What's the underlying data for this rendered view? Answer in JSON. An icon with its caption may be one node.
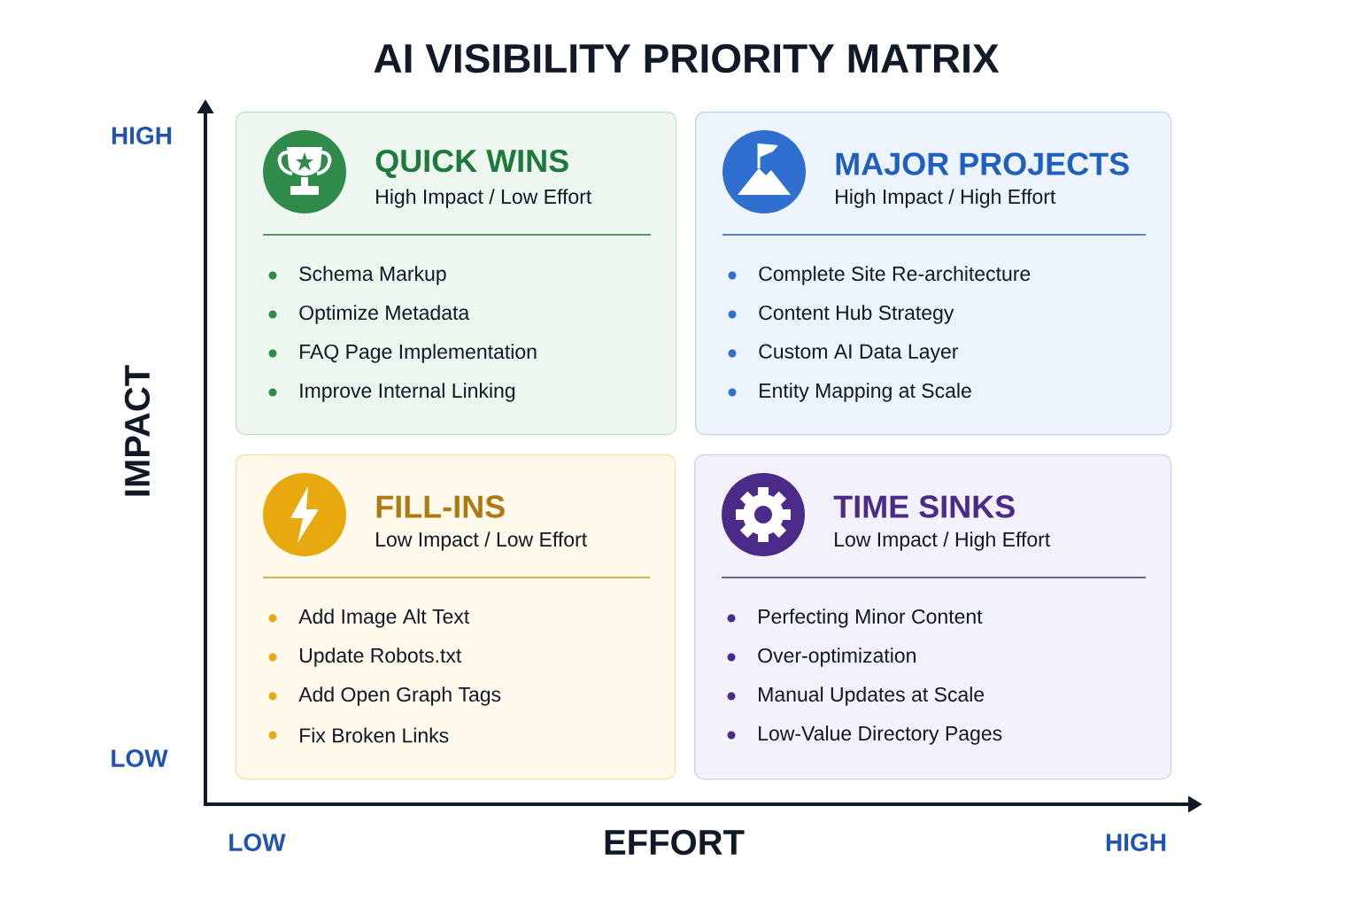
{
  "diagram": {
    "title": "AI VISIBILITY PRIORITY MATRIX",
    "nodes": [
      {
        "text": [
          "QUICK WINS",
          "High Impact / Low Effort",
          "Schema Markup",
          "Optimize Metadata",
          "FAQ Page Implementation",
          "Improve Internal Linking"
        ]
      },
      {
        "text": [
          "MAJOR PROJECTS",
          "High Impact / High Effort",
          "Complete Site Re-architecture",
          "Content Hub Strategy",
          "Custom AI Data Layer",
          "Entity Mapping at Scale"
        ]
      },
      {
        "text": [
          "FILL-INS",
          "Low Impact / Low Effort",
          "Add Image Alt Text",
          "Update Robots.txt",
          "Add Open Graph Tags",
          "Fix Broken Links"
        ]
      },
      {
        "text": [
          "TIME SINKS",
          "Low Impact / High Effort",
          "Perfecting Minor Content",
          "Over-optimization",
          "Manual Updates at Scale",
          "Low-Value Directory Pages"
        ]
      }
    ],
    "edges": [],
    "labels": [
      "HIGH",
      "IMPACT",
      "LOW",
      "LOW",
      "EFFORT",
      "HIGH"
    ]
  }
}
